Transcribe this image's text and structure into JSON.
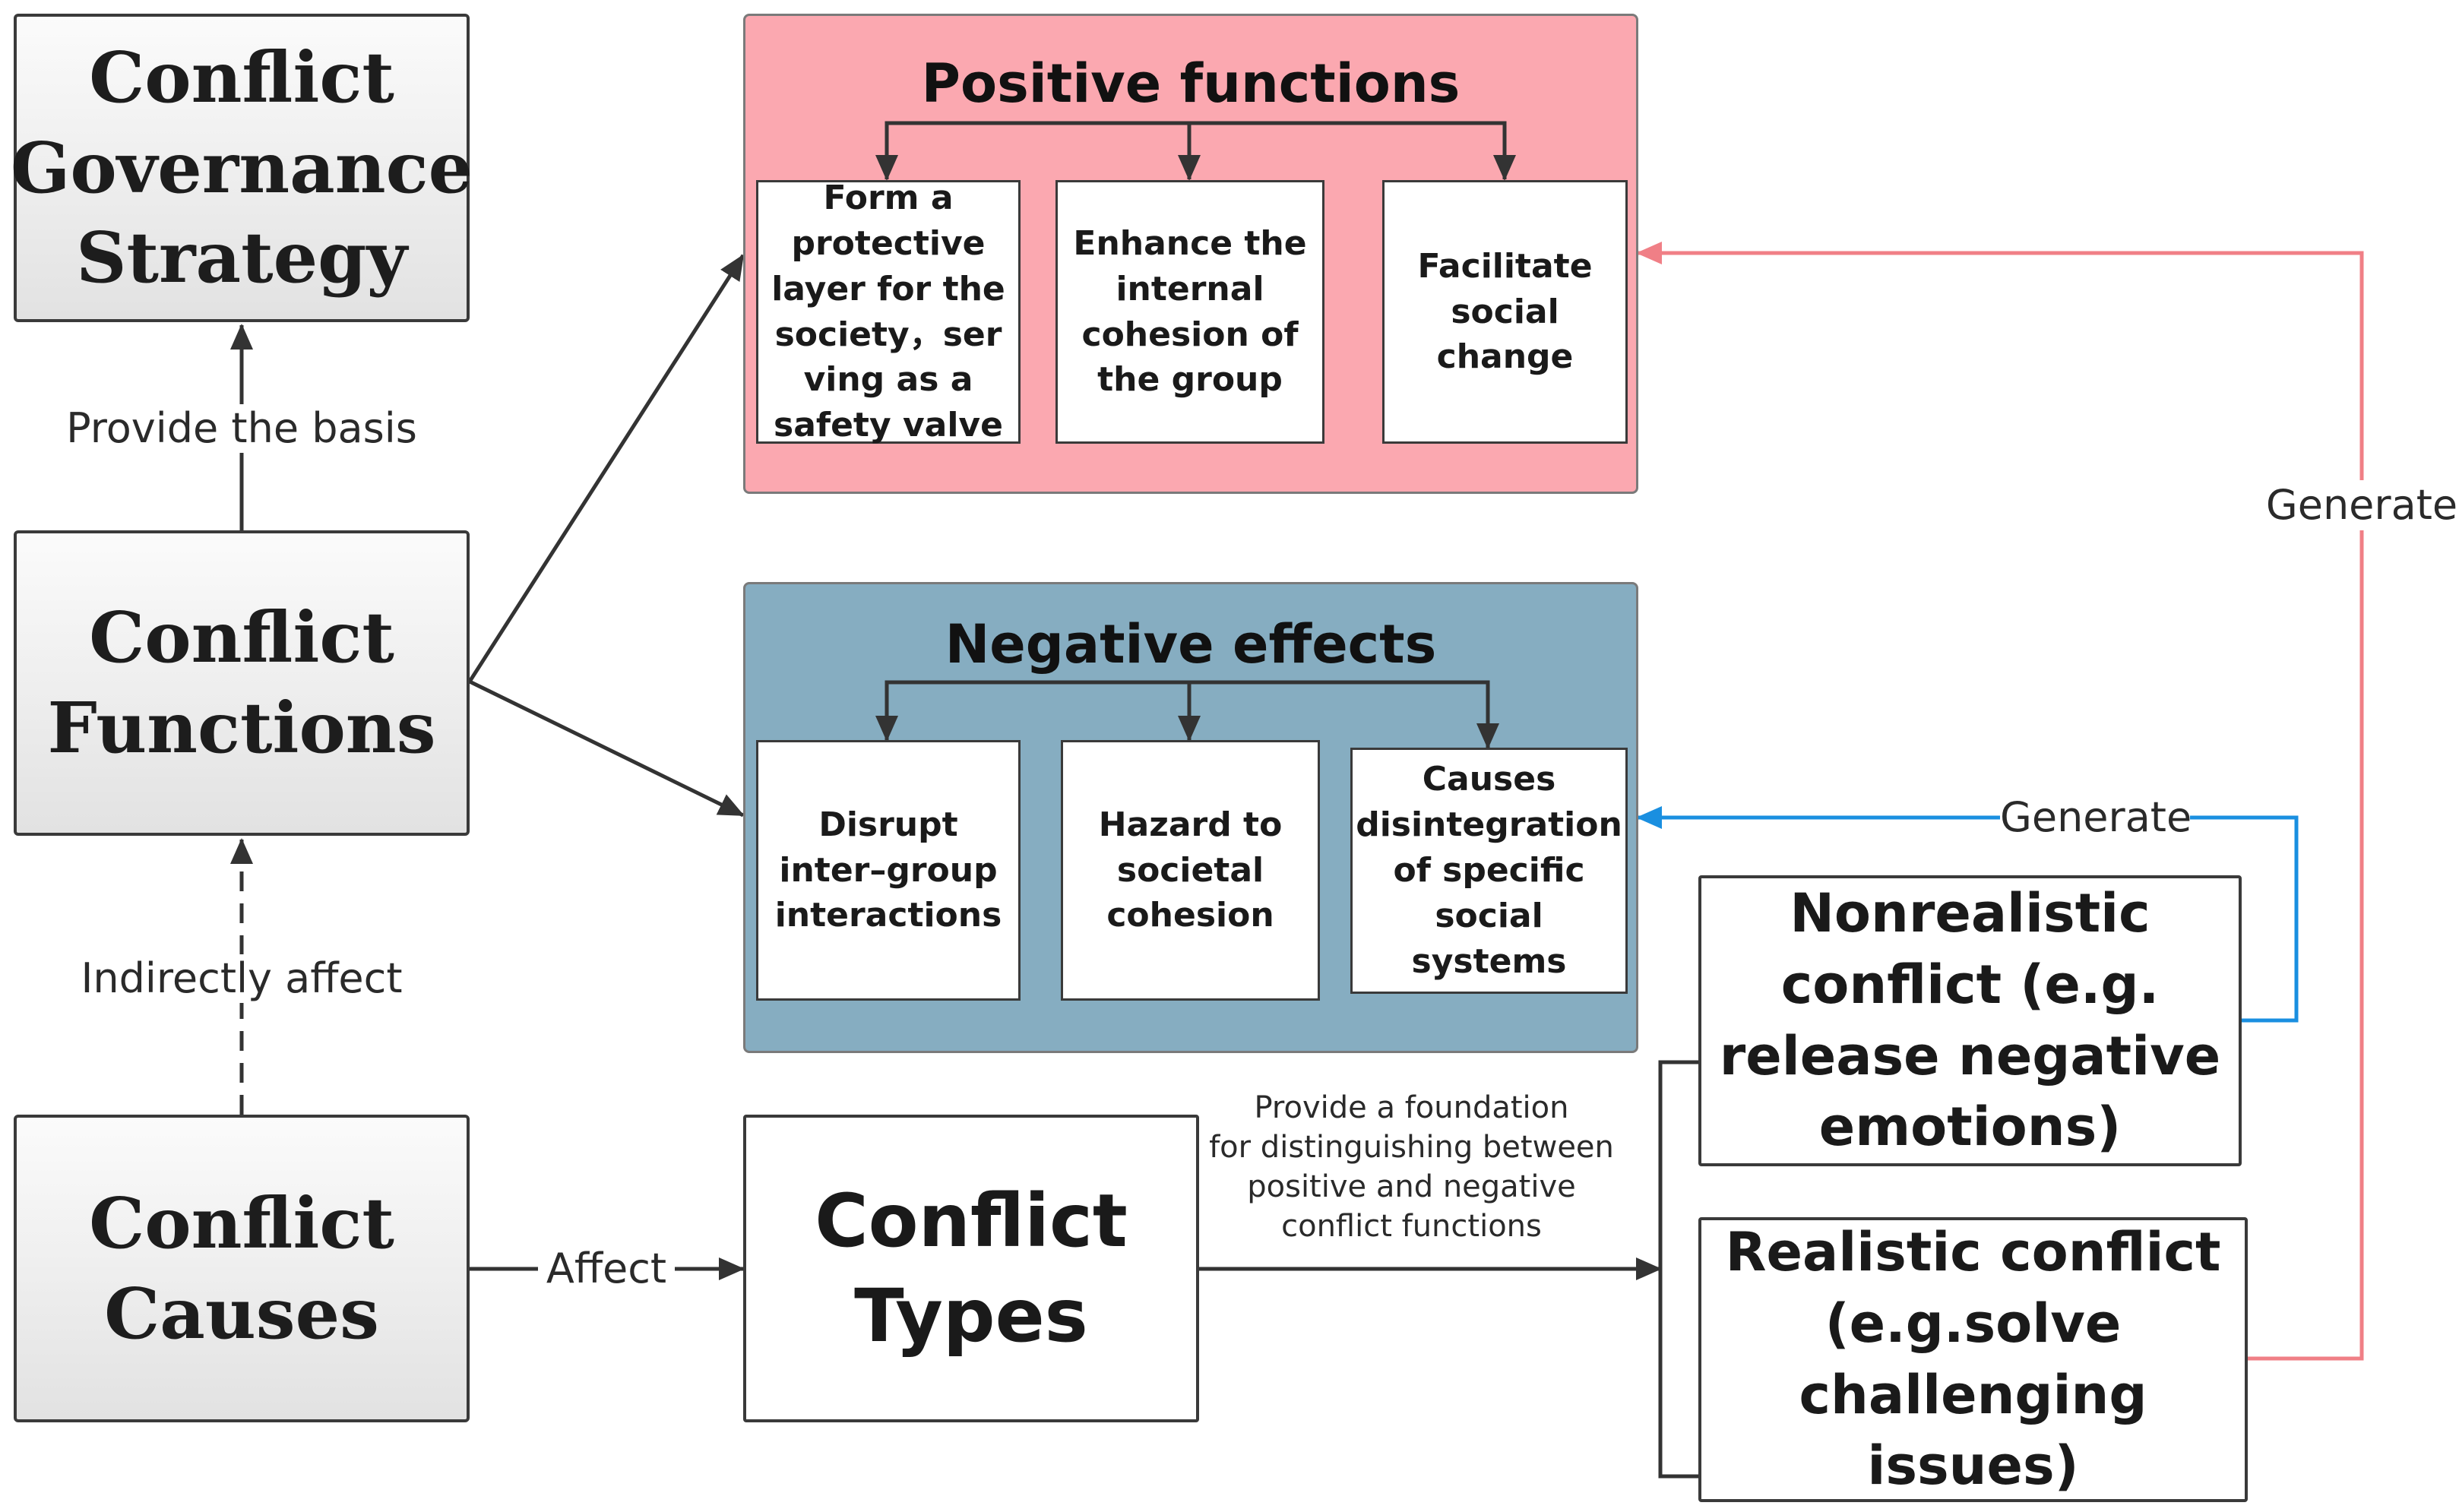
{
  "boxes": {
    "governance": "Conflict\nGovernance\nStrategy",
    "functions": "Conflict\nFunctions",
    "causes": "Conflict\nCauses",
    "types": "Conflict\nTypes",
    "nonrealistic": "Nonrealistic\nconflict (e.g.\nrelease negative\nemotions)",
    "realistic": "Realistic conflict\n(e.g.solve\nchallenging\nissues)"
  },
  "positive": {
    "title": "Positive functions",
    "items": [
      "Form a\nprotective\nlayer for the\nsociety，ser\nving as a\nsafety valve",
      "Enhance the\ninternal\ncohesion of\nthe group",
      "Facilitate\nsocial\nchange"
    ]
  },
  "negative": {
    "title": "Negative effects",
    "items": [
      "Disrupt\ninter–group\ninteractions",
      "Hazard to\nsocietal\ncohesion",
      "Causes\ndisintegration\nof specific\nsocial\nsystems"
    ]
  },
  "labels": {
    "provide_basis": "Provide the basis",
    "indirectly_affect": "Indirectly affect",
    "affect": "Affect",
    "foundation": "Provide a foundation\nfor distinguishing between\npositive and negative\nconflict functions",
    "generate_red": "Generate",
    "generate_blue": "Generate"
  },
  "colors": {
    "positive_panel": "#fba8b0",
    "negative_panel": "#86adc1",
    "red_line": "#f07f86",
    "blue_line": "#1a8fe0",
    "dark_line": "#333333"
  }
}
